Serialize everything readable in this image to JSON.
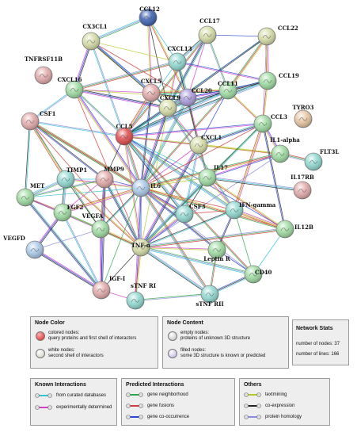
{
  "network": {
    "nodes": [
      {
        "id": "CCL12",
        "color": "#3a5fb0"
      },
      {
        "id": "CCL17",
        "color": "#d4dba4"
      },
      {
        "id": "CX3CL1",
        "color": "#d4dba4"
      },
      {
        "id": "CCL22",
        "color": "#d4dba4"
      },
      {
        "id": "CXCL13",
        "color": "#8fd8d0"
      },
      {
        "id": "TNFRSF11B",
        "color": "#e2a8a8"
      },
      {
        "id": "CCL19",
        "color": "#9ddba0"
      },
      {
        "id": "CXCL16",
        "color": "#9ddba0"
      },
      {
        "id": "CXCL5",
        "color": "#e2a8a8"
      },
      {
        "id": "CCL20",
        "color": "#a89ad8"
      },
      {
        "id": "CCL11",
        "color": "#9ddba0"
      },
      {
        "id": "CXCL9",
        "color": "#d4dba4"
      },
      {
        "id": "TYRO3",
        "color": "#e6c4a0"
      },
      {
        "id": "CSF1",
        "color": "#e2a8a8"
      },
      {
        "id": "CCL5",
        "color": "#e04a4a"
      },
      {
        "id": "CXCL1",
        "color": "#d4dba4"
      },
      {
        "id": "CCL3",
        "color": "#9ddba0"
      },
      {
        "id": "IL1-alpha",
        "color": "#9ddba0"
      },
      {
        "id": "FLT3L",
        "color": "#8fd8d0"
      },
      {
        "id": "TIMP1",
        "color": "#8fd8d0"
      },
      {
        "id": "MMP9",
        "color": "#e2a8a8"
      },
      {
        "id": "IL6",
        "color": "#a8c8e8"
      },
      {
        "id": "IL17",
        "color": "#9ddba0"
      },
      {
        "id": "IL17RB",
        "color": "#e2a8a8"
      },
      {
        "id": "MET",
        "color": "#9ddba0"
      },
      {
        "id": "FGF2",
        "color": "#9ddba0"
      },
      {
        "id": "CSF3",
        "color": "#8fd8d0"
      },
      {
        "id": "IFN-gamma",
        "color": "#8fd8d0"
      },
      {
        "id": "VEGFA",
        "color": "#9ddba0"
      },
      {
        "id": "IL12B",
        "color": "#9ddba0"
      },
      {
        "id": "VEGFD",
        "color": "#a8c8e8"
      },
      {
        "id": "TNF-α",
        "color": "#d4dba4"
      },
      {
        "id": "Leptin R",
        "color": "#9ddba0"
      },
      {
        "id": "CD40",
        "color": "#9ddba0"
      },
      {
        "id": "IGF-I",
        "color": "#e2a8a8"
      },
      {
        "id": "sTNF RI",
        "color": "#8fd8d0"
      },
      {
        "id": "sTNF RII",
        "color": "#8fd8d0"
      }
    ]
  },
  "legend": {
    "node_color": {
      "title": "Node Color",
      "colored_label1": "colored nodes:",
      "colored_label2": "query proteins and  first shell of interactors",
      "white_label1": "white nodes:",
      "white_label2": "second shell of interactors"
    },
    "node_content": {
      "title": "Node Content",
      "empty_label1": "empty nodes:",
      "empty_label2": "proteins of unknown 3D structure",
      "filled_label1": "filled nodes:",
      "filled_label2": "some 3D structure is known or  predicted"
    },
    "stats": {
      "title": "Network Stats",
      "nodes": "number of nodes: 37",
      "lines": "number of lines: 166"
    },
    "known": {
      "title": "Known Interactions",
      "curated": "from curated databases",
      "experimental": "experimentally determined"
    },
    "predicted": {
      "title": "Predicted Interactions",
      "neighborhood": "gene neighborhood",
      "fusions": "gene fusions",
      "cooccurrence": "gene co-occurrence"
    },
    "others": {
      "title": "Others",
      "textmining": "textmining",
      "coexpression": "co-expression",
      "homology": "protein homology"
    }
  },
  "colors": {
    "curated": "#31c3d0",
    "experimental": "#d041c8",
    "neighborhood": "#2ea84a",
    "fusions": "#d43a3a",
    "cooccurrence": "#2a47d8",
    "textmining": "#b8c828",
    "coexpression": "#222222",
    "homology": "#8a8ae0"
  }
}
